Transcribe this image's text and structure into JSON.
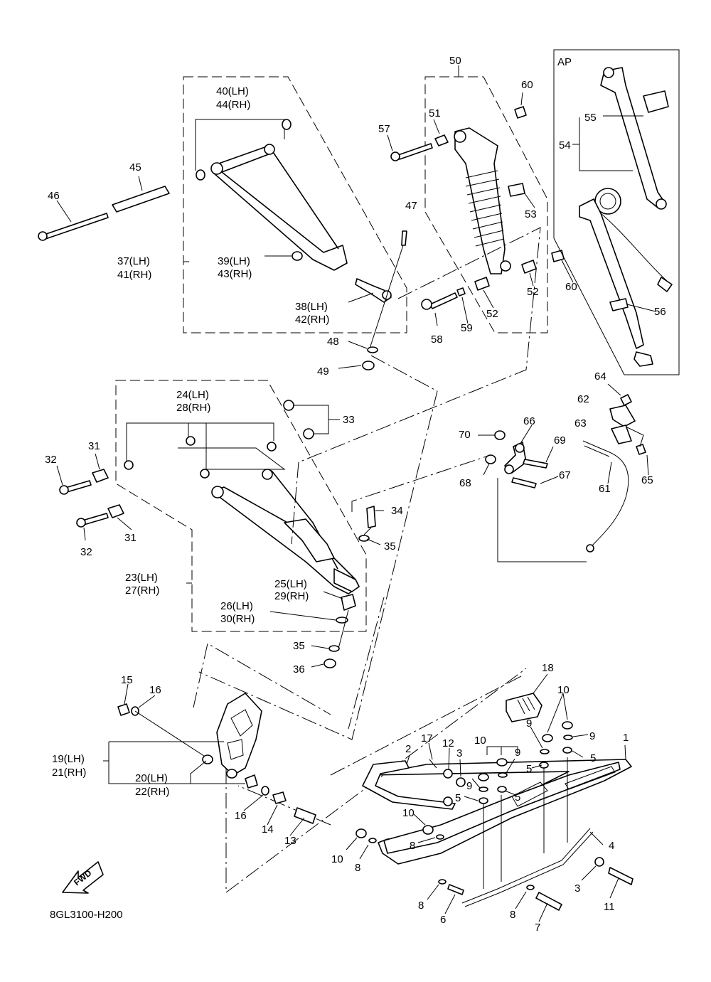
{
  "diagram": {
    "drawing_code": "8GL3100-H200",
    "assembly_box_label": "AP",
    "fwd_badge": "FWD",
    "labels": {
      "l1": "1",
      "l2": "2",
      "l3a": "3",
      "l3b": "3",
      "l4": "4",
      "l5a": "5",
      "l5b": "5",
      "l5c": "5",
      "l5d": "5",
      "l6": "6",
      "l7": "7",
      "l8a": "8",
      "l8b": "8",
      "l8c": "8",
      "l8d": "8",
      "l9a": "9",
      "l9b": "9",
      "l9c": "9",
      "l9d": "9",
      "l10a": "10",
      "l10b": "10",
      "l10c": "10",
      "l10d": "10",
      "l11": "11",
      "l12": "12",
      "l13": "13",
      "l14": "14",
      "l15": "15",
      "l16a": "16",
      "l16b": "16",
      "l17": "17",
      "l18": "18",
      "l19": "19(LH)",
      "l21": "21(RH)",
      "l20": "20(LH)",
      "l22": "22(RH)",
      "l23": "23(LH)",
      "l27": "27(RH)",
      "l24": "24(LH)",
      "l28": "28(RH)",
      "l25": "25(LH)",
      "l29": "29(RH)",
      "l26": "26(LH)",
      "l30": "30(RH)",
      "l31a": "31",
      "l31b": "31",
      "l32a": "32",
      "l32b": "32",
      "l33": "33",
      "l34": "34",
      "l35a": "35",
      "l35b": "35",
      "l36": "36",
      "l37": "37(LH)",
      "l41": "41(RH)",
      "l38": "38(LH)",
      "l42": "42(RH)",
      "l39": "39(LH)",
      "l43": "43(RH)",
      "l40": "40(LH)",
      "l44": "44(RH)",
      "l45": "45",
      "l46": "46",
      "l47": "47",
      "l48": "48",
      "l49": "49",
      "l50": "50",
      "l51": "51",
      "l52a": "52",
      "l52b": "52",
      "l53": "53",
      "l54": "54",
      "l55": "55",
      "l56": "56",
      "l57": "57",
      "l58": "58",
      "l59": "59",
      "l60a": "60",
      "l60b": "60",
      "l61": "61",
      "l62": "62",
      "l63": "63",
      "l64": "64",
      "l65": "65",
      "l66": "66",
      "l67": "67",
      "l68": "68",
      "l69": "69",
      "l70": "70"
    }
  }
}
